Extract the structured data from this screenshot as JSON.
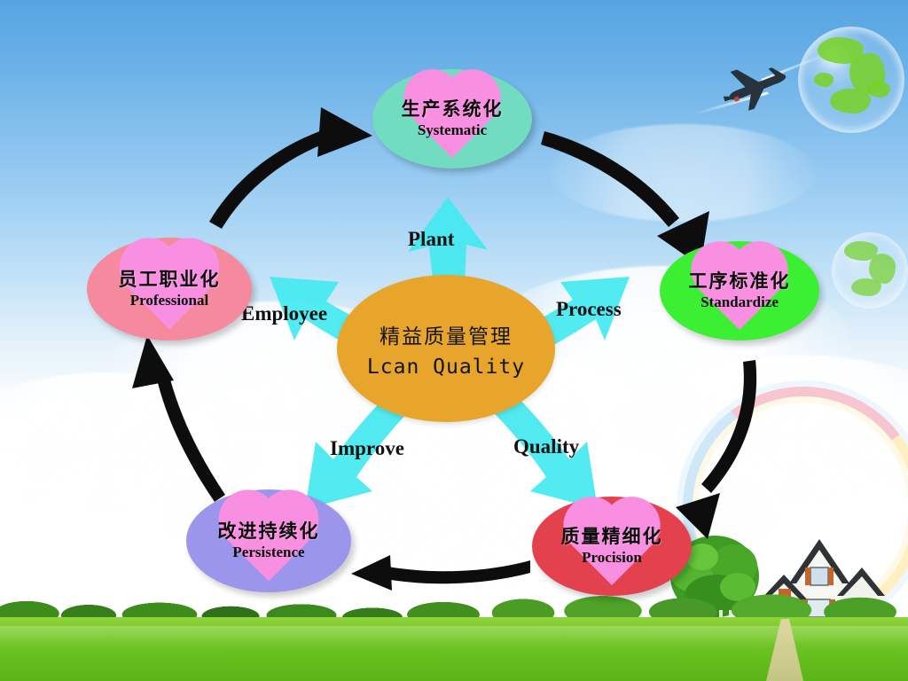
{
  "poster": {
    "center": {
      "title_cn": "精益质量管理",
      "title_en": "Lcan Quality",
      "color": "#e8a52c"
    },
    "nodes": [
      {
        "id": "systematic",
        "cn": "生产系统化",
        "en": "Systematic",
        "color": "#72dcc0",
        "heart_color": "#f98fe0"
      },
      {
        "id": "standardize",
        "cn": "工序标准化",
        "en": "Standardize",
        "color": "#3bf032",
        "heart_color": "#f98fe0"
      },
      {
        "id": "precision",
        "cn": "质量精细化",
        "en": "Procision",
        "color": "#e2414d",
        "heart_color": "#f98fe0"
      },
      {
        "id": "persistence",
        "cn": "改进持续化",
        "en": "Persistence",
        "color": "#9b96ec",
        "heart_color": "#f98fe0"
      },
      {
        "id": "professional",
        "cn": "员工职业化",
        "en": "Professional",
        "color": "#f58a9e",
        "heart_color": "#f98fe0"
      }
    ],
    "spokes": [
      {
        "id": "plant",
        "label": "Plant"
      },
      {
        "id": "process",
        "label": "Process"
      },
      {
        "id": "quality",
        "label": "Quality"
      },
      {
        "id": "improve",
        "label": "Improve"
      },
      {
        "id": "employee",
        "label": "Employee"
      }
    ],
    "colors": {
      "spoke_arrow": "#45e9f0",
      "cycle_arrow": "#0d0d0d",
      "sky_top": "#55a4e2",
      "sky_bottom": "#ffffff",
      "grass": "#6cc321",
      "globe_green": "#76d12a"
    },
    "scenery": [
      {
        "id": "airplane",
        "name": "airplane"
      },
      {
        "id": "globe-bubble-top",
        "name": "green-globe-bubble"
      },
      {
        "id": "globe-bubble-mid",
        "name": "green-globe-bubble"
      },
      {
        "id": "house",
        "name": "white-cottage-house"
      },
      {
        "id": "tree",
        "name": "green-tree"
      },
      {
        "id": "rainbow",
        "name": "rainbow"
      },
      {
        "id": "grass-field",
        "name": "grass-field"
      }
    ]
  }
}
